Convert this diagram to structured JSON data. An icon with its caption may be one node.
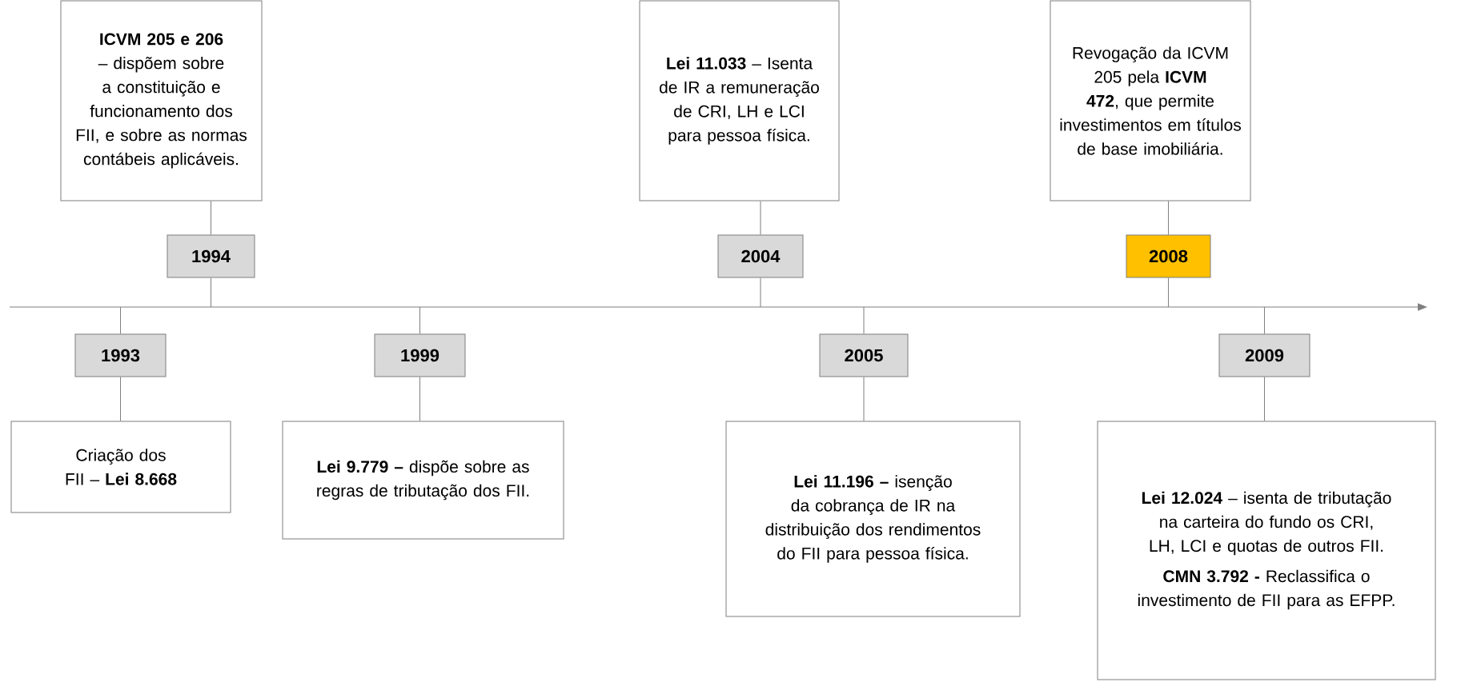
{
  "diagram": {
    "nodes": [
      {
        "text": [
          "**ICVM 205 e 206** – dispõem sobre a constituição e funcionamento dos FII, e sobre as normas contábeis aplicáveis."
        ]
      },
      {
        "text": [
          "**Lei 11.033** – Isenta de IR a remuneração de CRI, LH e LCI para pessoa física."
        ]
      },
      {
        "text": [
          "Revogação da ICVM 205 pela **ICVM 472**, que permite investimentos em títulos de base imobiliária."
        ]
      },
      {
        "text": [
          "1994"
        ]
      },
      {
        "text": [
          "2004"
        ]
      },
      {
        "text": [
          "2008"
        ]
      },
      {
        "text": [
          "1993"
        ]
      },
      {
        "text": [
          "1999"
        ]
      },
      {
        "text": [
          "2005"
        ]
      },
      {
        "text": [
          "2009"
        ]
      },
      {
        "text": [
          "Criação dos FII – **Lei 8.668**"
        ]
      },
      {
        "text": [
          "**Lei 9.779 –** dispõe sobre as regras de tributação dos FII."
        ]
      },
      {
        "text": [
          "**Lei 11.196 –** isenção da cobrança de IR na distribuição dos rendimentos do FII para pessoa física."
        ]
      },
      {
        "text": [
          "**Lei 12.024** – isenta de tributação na carteira do fundo os CRI, LH, LCI e quotas de outros FII.",
          "**CMN 3.792 -** Reclassifica o investimento de FII para as EFPP."
        ]
      }
    ],
    "edges": [
      {
        "from": 3,
        "to": 0,
        "arrow": "none"
      },
      {
        "from": 3,
        "to": null,
        "arrow": "none"
      },
      {
        "from": 4,
        "to": 1,
        "arrow": "none"
      },
      {
        "from": 4,
        "to": null,
        "arrow": "none"
      },
      {
        "from": 5,
        "to": 2,
        "arrow": "none"
      },
      {
        "from": 5,
        "to": null,
        "arrow": "none"
      },
      {
        "from": 6,
        "to": null,
        "arrow": "none"
      },
      {
        "from": 6,
        "to": 10,
        "arrow": "none"
      },
      {
        "from": 7,
        "to": null,
        "arrow": "none"
      },
      {
        "from": 7,
        "to": 11,
        "arrow": "none"
      },
      {
        "from": 8,
        "to": null,
        "arrow": "none"
      },
      {
        "from": 8,
        "to": 12,
        "arrow": "none"
      },
      {
        "from": 9,
        "to": null,
        "arrow": "none"
      },
      {
        "from": 9,
        "to": 13,
        "arrow": "none"
      }
    ]
  }
}
